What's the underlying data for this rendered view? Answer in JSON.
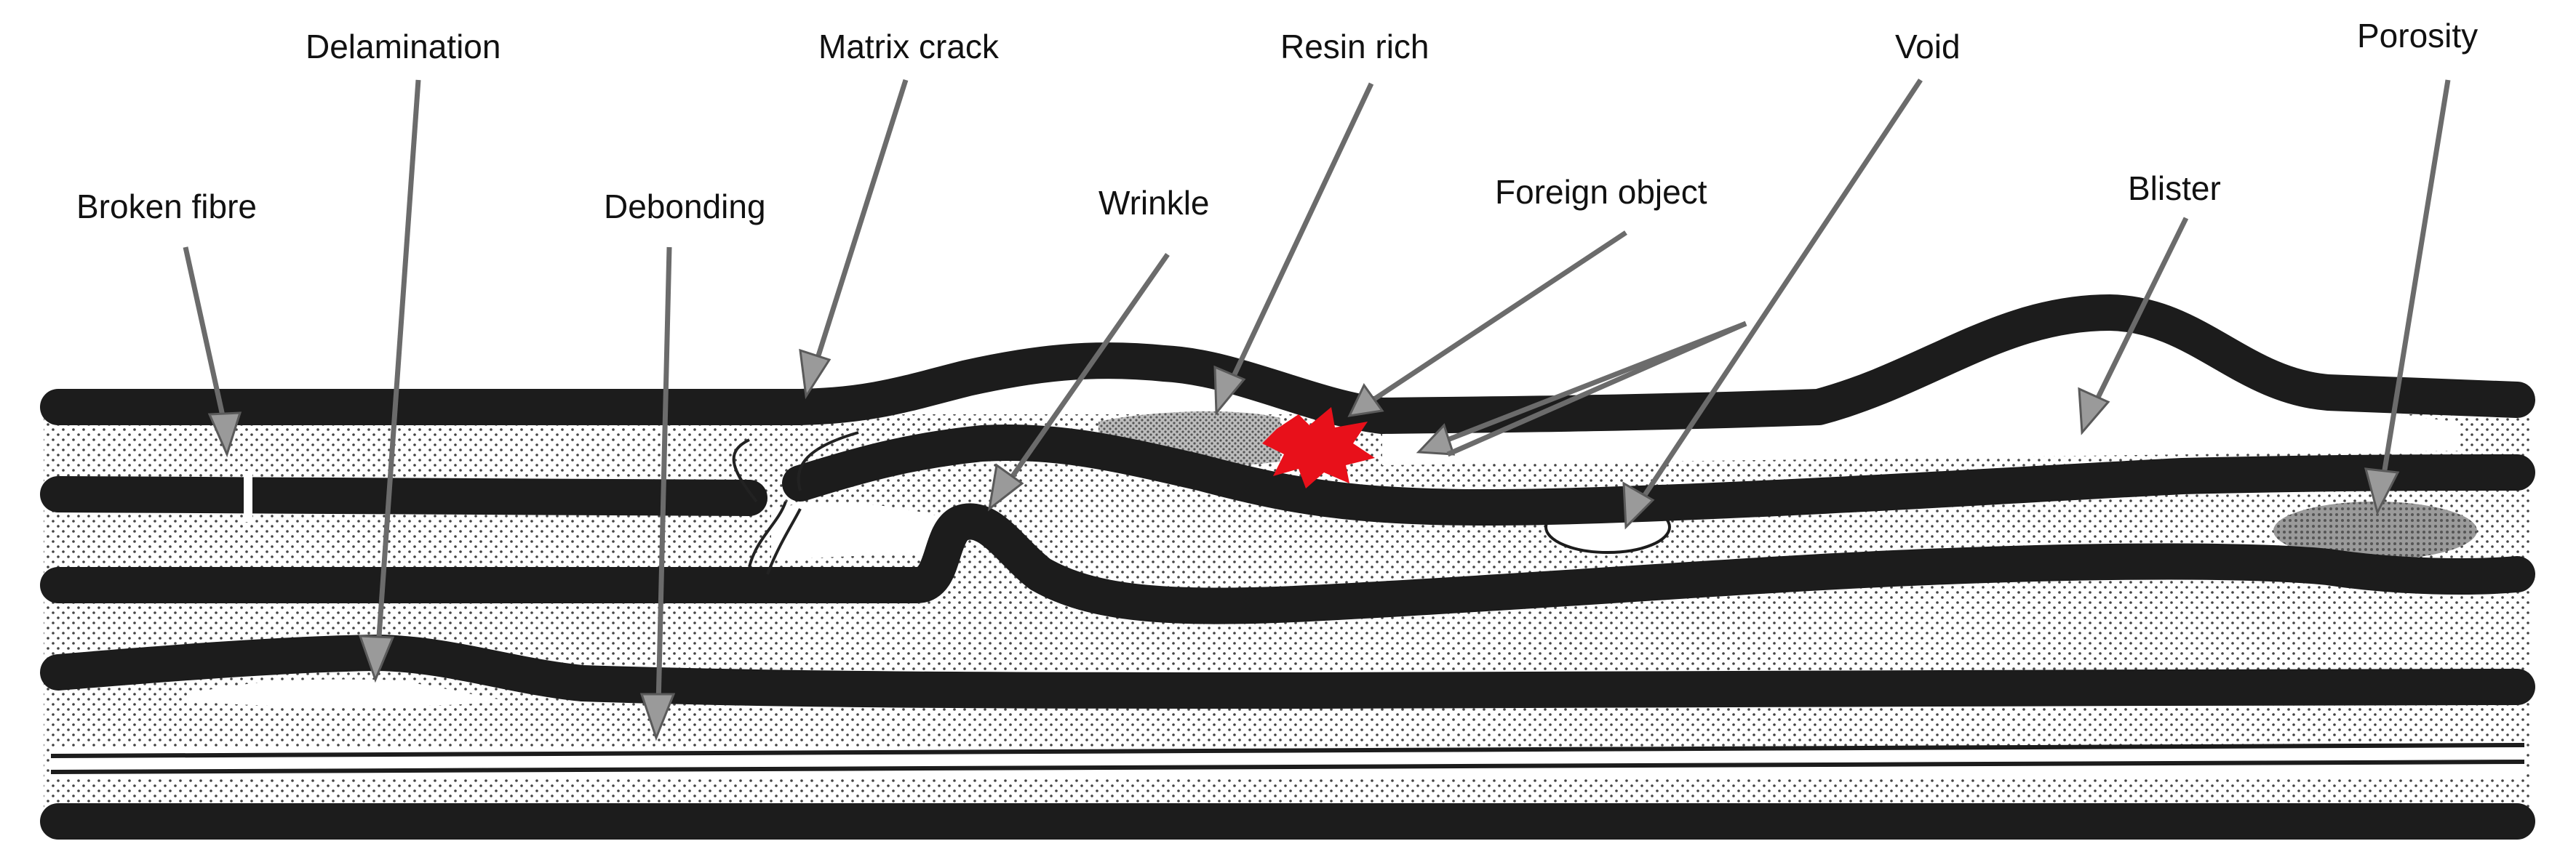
{
  "labels": {
    "delamination": "Delamination",
    "matrix_crack": "Matrix crack",
    "resin_rich": "Resin rich",
    "void": "Void",
    "porosity": "Porosity",
    "broken_fibre": "Broken fibre",
    "debonding": "Debonding",
    "wrinkle": "Wrinkle",
    "foreign_object": "Foreign object",
    "blister": "Blister"
  },
  "colors": {
    "ply": "#1c1c1c",
    "matrix_dots": "#444444",
    "arrow": "#9a9a9a",
    "foreign_object": "#e8101a",
    "porosity": "#7a7a7a"
  }
}
